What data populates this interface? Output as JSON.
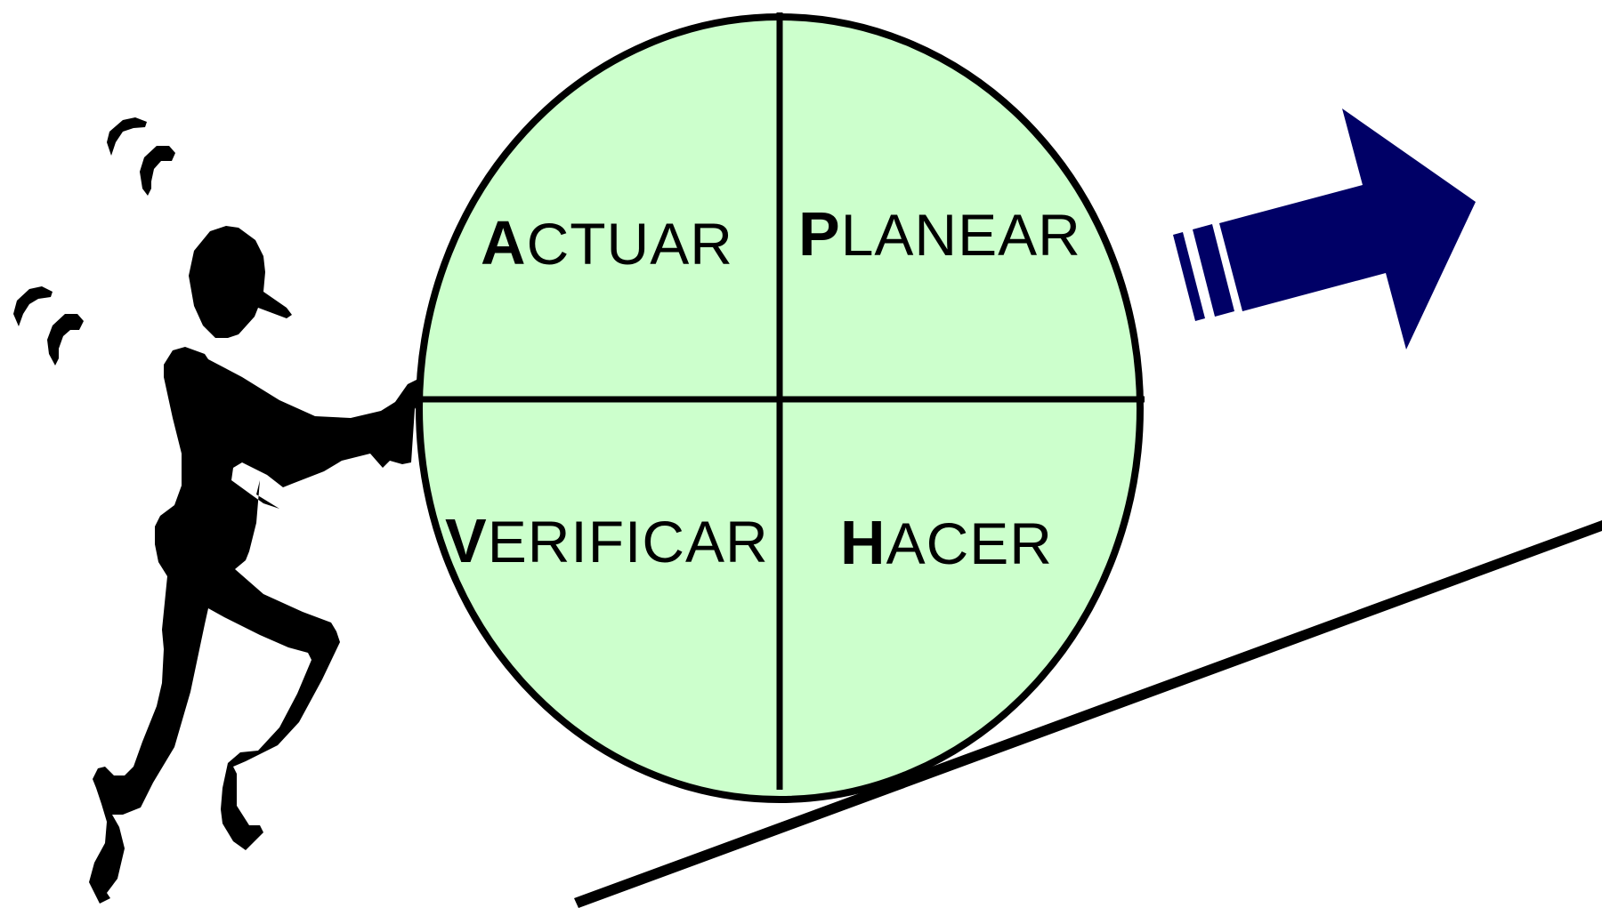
{
  "diagram": {
    "quadrants": [
      {
        "id": "actuar",
        "initial": "A",
        "rest": "CTUAR"
      },
      {
        "id": "planear",
        "initial": "P",
        "rest": "LANEAR"
      },
      {
        "id": "verificar",
        "initial": "V",
        "rest": "ERIFICAR"
      },
      {
        "id": "hacer",
        "initial": "H",
        "rest": "ACER"
      }
    ],
    "colors": {
      "circle_fill": "#ccffcc",
      "outline": "#000000",
      "arrow": "#000066",
      "figure": "#000000"
    },
    "icons": {
      "figure": "person-pushing-icon",
      "arrow": "forward-arrow-icon",
      "sweat": "sweat-drops-icon"
    }
  }
}
